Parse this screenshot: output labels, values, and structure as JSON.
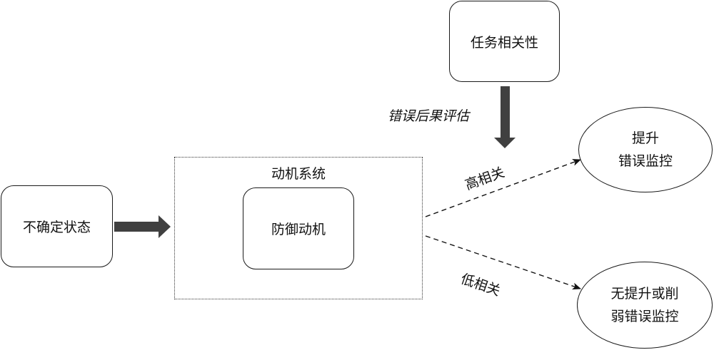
{
  "nodes": {
    "uncertain_state": "不确定状态",
    "motivation_system": "动机系统",
    "defensive_motivation": "防御动机",
    "task_relevance": "任务相关性",
    "enhance_monitoring": [
      "提升",
      "错误监控"
    ],
    "no_enhance_monitoring": [
      "无提升或削",
      "弱错误监控"
    ]
  },
  "edges": {
    "error_consequence_eval": "错误后果评估",
    "high_relevance": "高相关",
    "low_relevance": "低相关"
  },
  "colors": {
    "arrow_fill": "#404040",
    "line": "#1a1a1a"
  }
}
